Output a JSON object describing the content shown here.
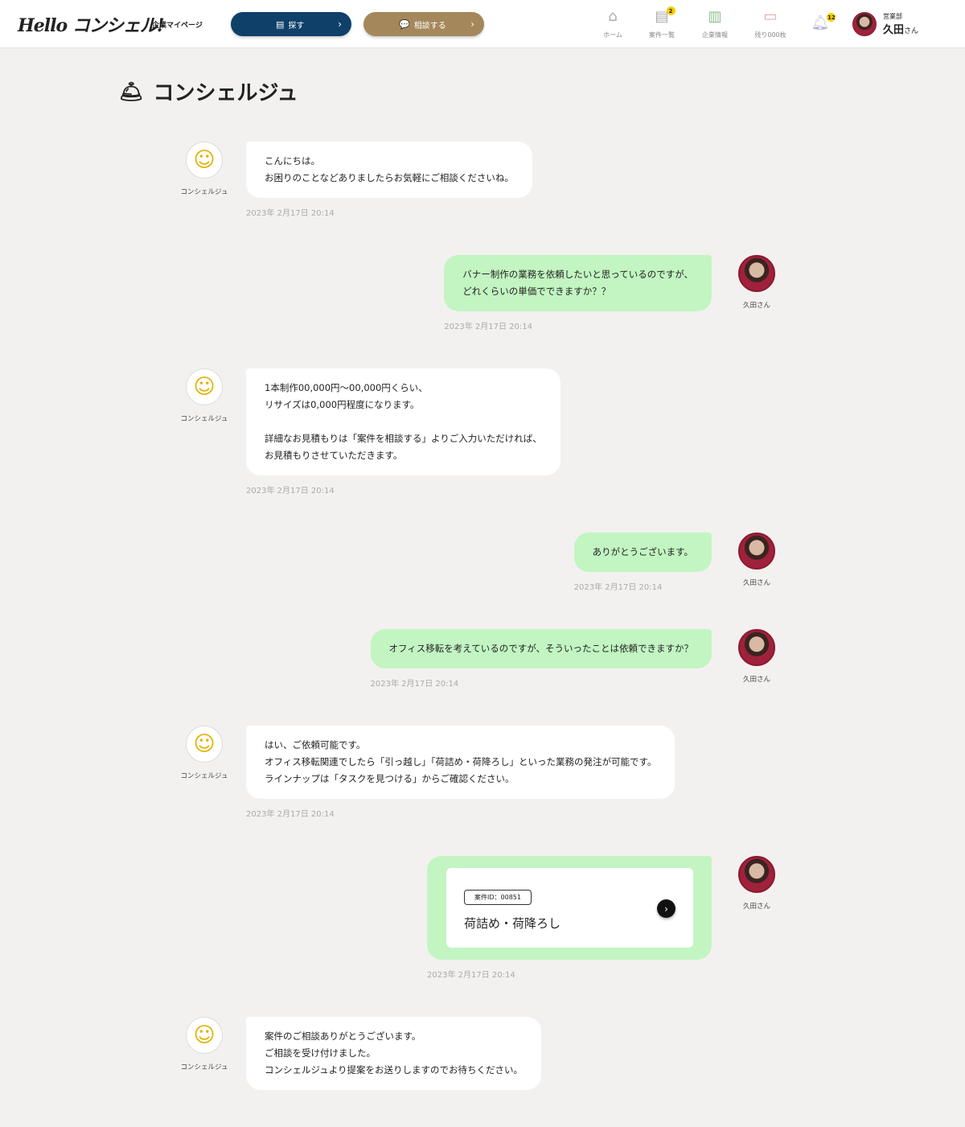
{
  "header": {
    "logo": "Hello コンシェル!",
    "logo_sub": "企業マイページ",
    "search_label": "探す",
    "consult_label": "相談する",
    "nav": [
      {
        "label": "ホーム",
        "icon": "home-icon"
      },
      {
        "label": "案件一覧",
        "icon": "document-list-icon",
        "badge": "2"
      },
      {
        "label": "企業情報",
        "icon": "building-icon"
      },
      {
        "label": "残り000枚",
        "icon": "ticket-icon"
      }
    ],
    "notifications_badge": "12",
    "user": {
      "dept": "営業部",
      "name": "久田",
      "suffix": "さん"
    }
  },
  "page_title": "コンシェルジュ",
  "concierge_label": "コンシェルジュ",
  "user_label": "久田さん",
  "messages": [
    {
      "from": "concierge",
      "text": "こんにちは。\nお困りのことなどありましたらお気軽にご相談くださいね。",
      "time": "2023年 2月17日 20:14"
    },
    {
      "from": "user",
      "text": "バナー制作の業務を依頼したいと思っているのですが、\nどれくらいの単価でできますか？？",
      "time": "2023年 2月17日 20:14"
    },
    {
      "from": "concierge",
      "text": "1本制作00,000円〜00,000円くらい、\nリサイズは0,000円程度になります。\n\n詳細なお見積もりは「案件を相談する」よりご入力いただければ、\nお見積もりさせていただきます。",
      "time": "2023年 2月17日 20:14"
    },
    {
      "from": "user",
      "text": "ありがとうございます。",
      "time": "2023年 2月17日 20:14"
    },
    {
      "from": "user",
      "text": "オフィス移転を考えているのですが、そういったことは依頼できますか？",
      "time": "2023年 2月17日 20:14"
    },
    {
      "from": "concierge",
      "text": "はい、ご依頼可能です。\nオフィス移転関連でしたら「引っ越し」「荷詰め・荷降ろし」といった業務の発注が可能です。\nラインナップは「タスクを見つける」からご確認ください。",
      "time": "2023年 2月17日 20:14"
    },
    {
      "from": "user",
      "card": {
        "id": "案件ID：00851",
        "title": "荷詰め・荷降ろし"
      },
      "time": "2023年 2月17日 20:14"
    },
    {
      "from": "concierge",
      "text": "案件のご相談ありがとうございます。\nご相談を受け付けました。\nコンシェルジュより提案をお送りしますのでお待ちください。",
      "time": ""
    }
  ]
}
